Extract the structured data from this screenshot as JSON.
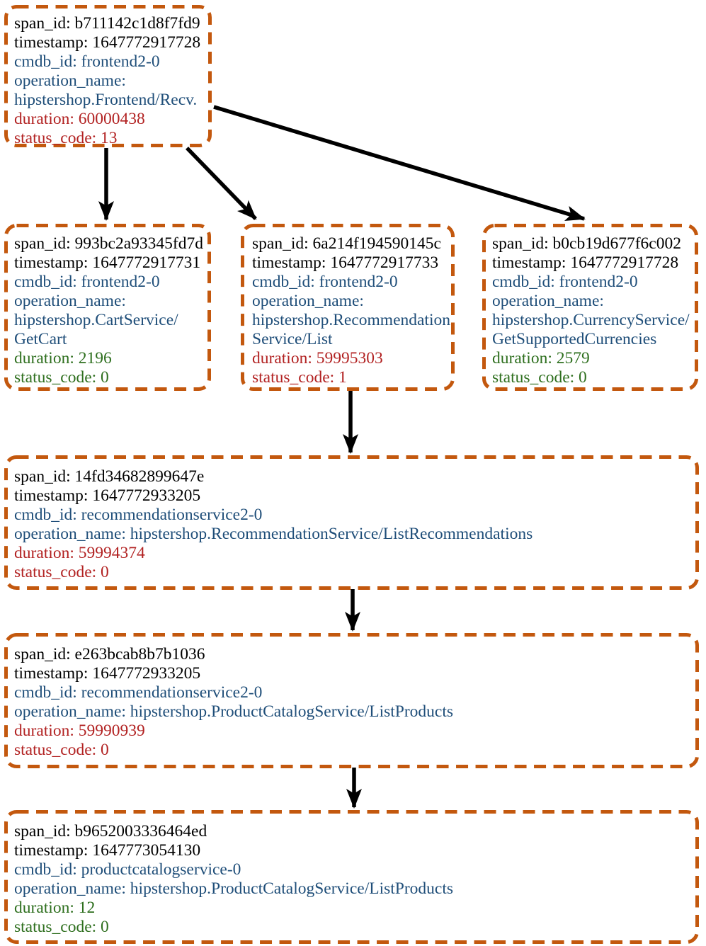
{
  "diagram_type": "trace-span-tree",
  "colors": {
    "box_border": "#C3580E",
    "key_black": "#000000",
    "key_blue": "#1F4E79",
    "value_error_red": "#B22222",
    "value_ok_green": "#2E6F1E",
    "arrow": "#000000",
    "background": "#FFFFFF"
  },
  "field_labels": {
    "span_id": "span_id:",
    "timestamp": "timestamp:",
    "cmdb_id": "cmdb_id:",
    "operation_name": "operation_name:",
    "duration": "duration:",
    "status_code": "status_code:"
  },
  "nodes": [
    {
      "span_id": "b711142c1d8f7fd9",
      "timestamp": 1647772917728,
      "cmdb_id": "frontend2-0",
      "operation_name": "hipstershop.Frontend/Recv.",
      "duration": 60000438,
      "status_code": 13,
      "tones": {
        "duration": "red",
        "status_code": "red"
      }
    },
    {
      "span_id": "993bc2a93345fd7d",
      "timestamp": 1647772917731,
      "cmdb_id": "frontend2-0",
      "operation_name": "hipstershop.CartService/GetCart",
      "duration": 2196,
      "status_code": 0,
      "tones": {
        "duration": "green",
        "status_code": "green"
      }
    },
    {
      "span_id": "6a214f194590145c",
      "timestamp": 1647772917733,
      "cmdb_id": "frontend2-0",
      "operation_name": "hipstershop.RecommendationService/List",
      "duration": 59995303,
      "status_code": 1,
      "tones": {
        "duration": "red",
        "status_code": "red"
      }
    },
    {
      "span_id": "b0cb19d677f6c002",
      "timestamp": 1647772917728,
      "cmdb_id": "frontend2-0",
      "operation_name": "hipstershop.CurrencyService/GetSupportedCurrencies",
      "duration": 2579,
      "status_code": 0,
      "tones": {
        "duration": "green",
        "status_code": "green"
      }
    },
    {
      "span_id": "14fd34682899647e",
      "timestamp": 1647772933205,
      "cmdb_id": "recommendationservice2-0",
      "operation_name": "hipstershop.RecommendationService/ListRecommendations",
      "duration": 59994374,
      "status_code": 0,
      "tones": {
        "duration": "red",
        "status_code": "red"
      }
    },
    {
      "span_id": "e263bcab8b7b1036",
      "timestamp": 1647772933205,
      "cmdb_id": "recommendationservice2-0",
      "operation_name": "hipstershop.ProductCatalogService/ListProducts",
      "duration": 59990939,
      "status_code": 0,
      "tones": {
        "duration": "red",
        "status_code": "red"
      }
    },
    {
      "span_id": "b9652003336464ed",
      "timestamp": 1647773054130,
      "cmdb_id": "productcatalogservice-0",
      "operation_name": "hipstershop.ProductCatalogService/ListProducts",
      "duration": 12,
      "status_code": 0,
      "tones": {
        "duration": "green",
        "status_code": "green"
      }
    }
  ],
  "edges": [
    {
      "from": 0,
      "to": 1
    },
    {
      "from": 0,
      "to": 2
    },
    {
      "from": 0,
      "to": 3
    },
    {
      "from": 2,
      "to": 4
    },
    {
      "from": 4,
      "to": 5
    },
    {
      "from": 5,
      "to": 6
    }
  ]
}
